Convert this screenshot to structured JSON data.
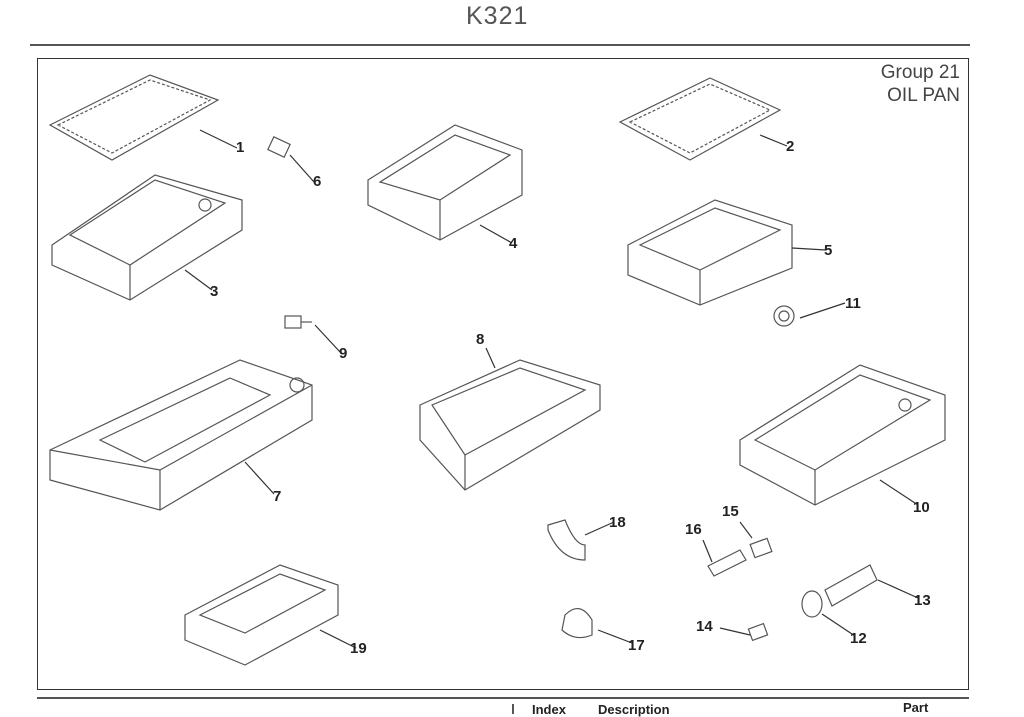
{
  "page_title": "K321",
  "group": {
    "line1": "Group 21",
    "line2": "OIL PAN"
  },
  "callouts": [
    "1",
    "2",
    "3",
    "4",
    "5",
    "6",
    "7",
    "8",
    "9",
    "10",
    "11",
    "12",
    "13",
    "14",
    "15",
    "16",
    "17",
    "18",
    "19"
  ],
  "table_header": {
    "index": "Index",
    "description": "Description",
    "part": "Part"
  }
}
